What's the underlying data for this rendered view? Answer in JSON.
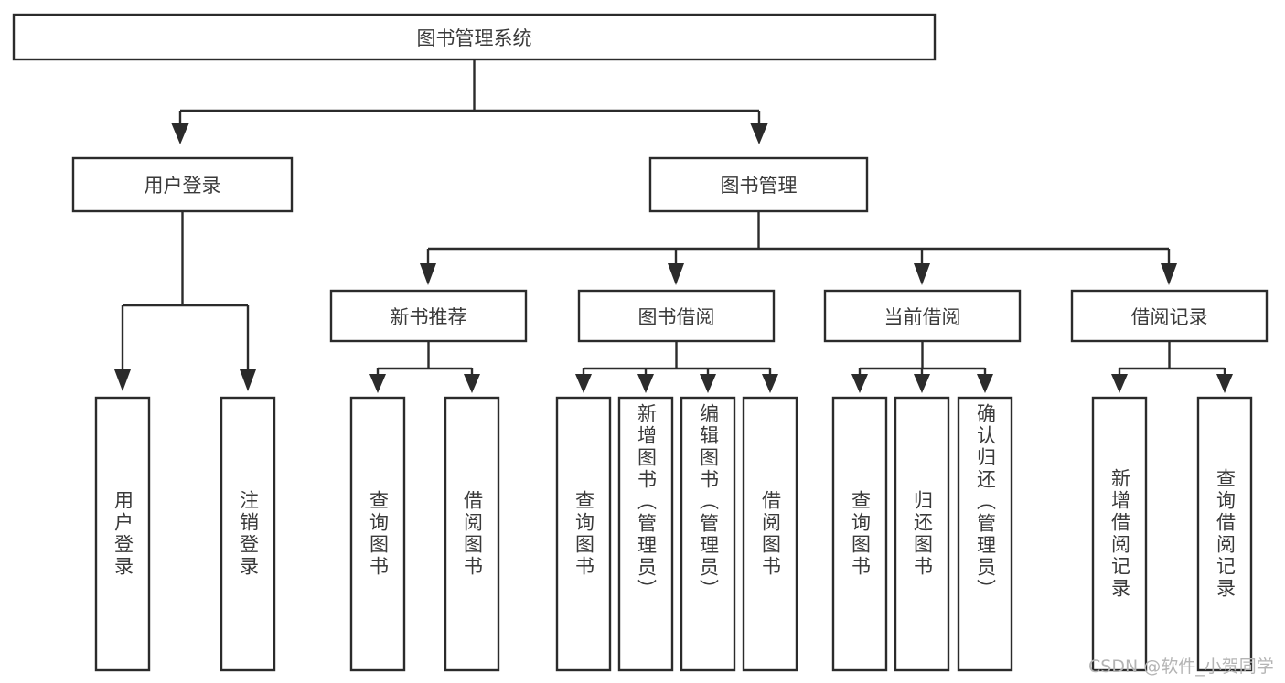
{
  "diagram": {
    "title": "图书管理系统",
    "type": "hierarchy-tree",
    "watermark": "CSDN @软件_小贺同学",
    "colors": {
      "stroke": "#2b2b2b",
      "text": "#3a3a3a",
      "background": "#ffffff",
      "watermark": "#b4b4b4"
    },
    "levels": {
      "root": {
        "label": "图书管理系统"
      },
      "level1": [
        {
          "label": "用户登录"
        },
        {
          "label": "图书管理"
        }
      ],
      "level2": [
        {
          "label": "新书推荐"
        },
        {
          "label": "图书借阅"
        },
        {
          "label": "当前借阅"
        },
        {
          "label": "借阅记录"
        }
      ],
      "leaves": {
        "user_login": [
          {
            "label": "用户登录"
          },
          {
            "label": "注销登录"
          }
        ],
        "new_book_recommend": [
          {
            "label": "查询图书"
          },
          {
            "label": "借阅图书"
          }
        ],
        "book_borrow": [
          {
            "label": "查询图书"
          },
          {
            "label": "新增图书（管理员）"
          },
          {
            "label": "编辑图书（管理员）"
          },
          {
            "label": "借阅图书"
          }
        ],
        "current_borrow": [
          {
            "label": "查询图书"
          },
          {
            "label": "归还图书"
          },
          {
            "label": "确认归还（管理员）"
          }
        ],
        "borrow_record": [
          {
            "label": "新增借阅记录"
          },
          {
            "label": "查询借阅记录"
          }
        ]
      }
    }
  }
}
